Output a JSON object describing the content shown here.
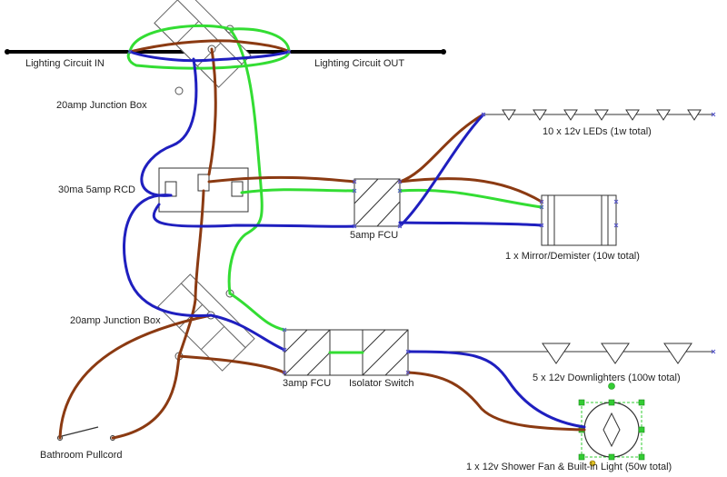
{
  "labels": {
    "lighting_in": "Lighting Circuit IN",
    "lighting_out": "Lighting Circuit OUT",
    "junction_box_top": "20amp Junction Box",
    "rcd": "30ma 5amp RCD",
    "fcu_5amp": "5amp FCU",
    "leds": "10 x 12v LEDs (1w total)",
    "mirror": "1 x Mirror/Demister (10w total)",
    "junction_box_bottom": "20amp Junction Box",
    "fcu_3amp": "3amp FCU",
    "isolator": "Isolator Switch",
    "downlighters": "5 x 12v Downlighters (100w total)",
    "pullcord": "Bathroom Pullcord",
    "shower_fan": "1 x 12v Shower Fan & Built-in Light (50w total)"
  },
  "colors": {
    "live": "#8b3a12",
    "neutral": "#1f1fbf",
    "earth": "#33dd33",
    "supply_cable": "#000000",
    "outline": "#555555",
    "selection_handles": "#33cc33"
  },
  "icons": {
    "led": "triangle-down-icon",
    "downlighter": "triangle-down-icon",
    "terminal": "terminal-x-icon",
    "fan": "fan-diamond-icon"
  }
}
